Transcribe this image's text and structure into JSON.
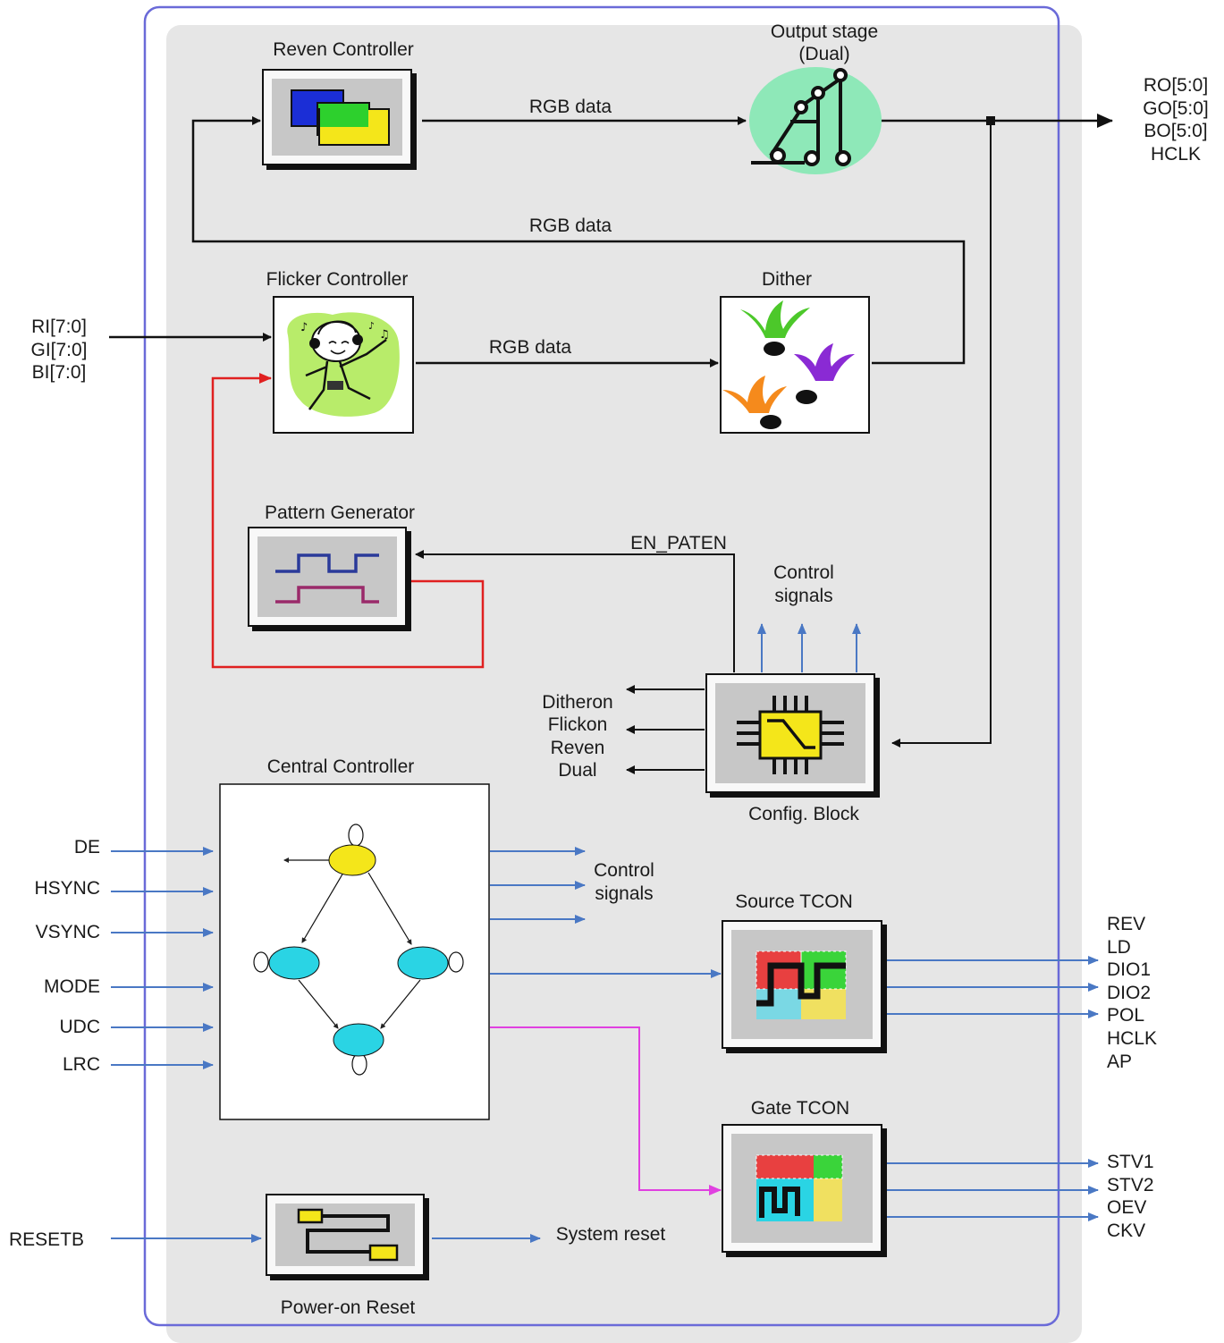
{
  "blocks": {
    "reven": "Reven Controller",
    "output_line1": "Output stage",
    "output_line2": "(Dual)",
    "flicker": "Flicker Controller",
    "dither": "Dither",
    "pattern": "Pattern Generator",
    "config": "Config. Block",
    "central": "Central Controller",
    "source": "Source TCON",
    "gate": "Gate TCON",
    "por": "Power-on Reset"
  },
  "signals": {
    "rgb_top": "RGB data",
    "rgb_mid": "RGB data",
    "rgb_flicker": "RGB data",
    "en_paten": "EN_PATEN",
    "ctrl_top_1": "Control",
    "ctrl_top_2": "signals",
    "ctrl_mid_1": "Control",
    "ctrl_mid_2": "signals",
    "system_reset": "System reset",
    "cfg_outputs": [
      "Ditheron",
      "Flickon",
      "Reven",
      "Dual"
    ],
    "rgb_in": [
      "RI[7:0]",
      "GI[7:0]",
      "BI[7:0]"
    ],
    "rgb_out": [
      "RO[5:0]",
      "GO[5:0]",
      "BO[5:0]",
      "HCLK"
    ],
    "central_inputs": [
      "DE",
      "HSYNC",
      "VSYNC",
      "MODE",
      "UDC",
      "LRC"
    ],
    "resetb": "RESETB",
    "source_outputs": [
      "REV",
      "LD",
      "DIO1",
      "DIO2",
      "POL",
      "HCLK",
      "AP"
    ],
    "gate_outputs": [
      "STV1",
      "STV2",
      "OEV",
      "CKV"
    ]
  },
  "colors": {
    "border": "#6a6ad8",
    "panel": "#e6e6e6",
    "blue_line": "#4a78c4",
    "red_line": "#e02020",
    "magenta_line": "#e040e0",
    "black_line": "#111111"
  },
  "icons": {
    "reven": "overlapping-windows-icon",
    "output": "circuit-robot-icon",
    "flicker": "dancing-character-icon",
    "dither": "splash-dots-icon",
    "pattern": "waveform-icon",
    "config": "chip-icon",
    "central": "state-machine-icon",
    "source": "checkered-waveform-icon",
    "gate": "checkered-pulse-icon",
    "por": "reset-flow-icon"
  }
}
